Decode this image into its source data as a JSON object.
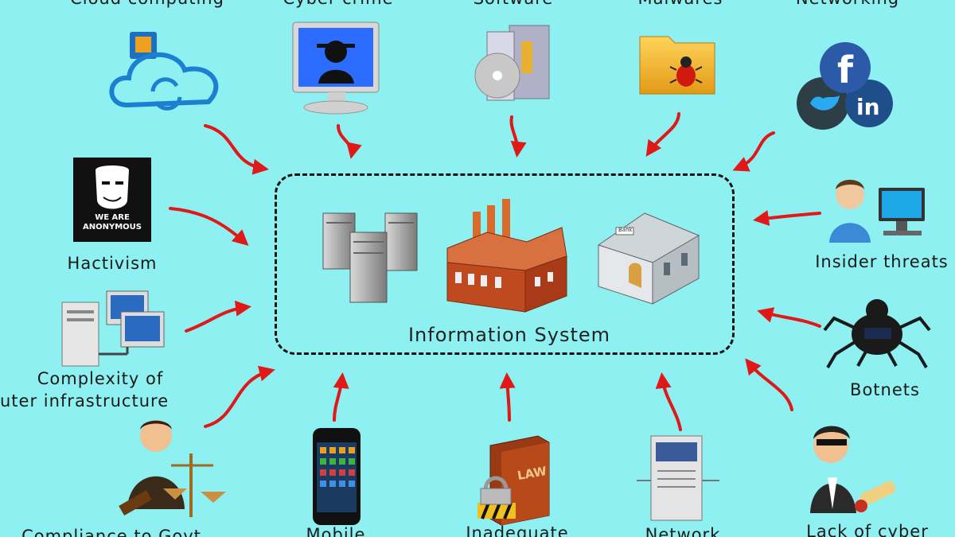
{
  "center": {
    "title": "Information System"
  },
  "threats": {
    "cloud": "Cloud computing",
    "cyber_crime": "Cyber crime",
    "software": "Software",
    "malwares": "Malwares",
    "networking": "Networking",
    "hactivism": "Hactivism",
    "insider": "Insider threats",
    "complexity_line1": "Complexity of",
    "complexity_line2": "uter infrastructure",
    "botnets": "Botnets",
    "compliance": "Compliance to Govt",
    "mobile": "Mobile",
    "inadequate": "Inadequate",
    "network": "Network",
    "lack_cyber": "Lack of cyber"
  },
  "icon_text": {
    "anonymous": "WE ARE ANONYMOUS",
    "law": "LAW",
    "bank": "Bank"
  },
  "colors": {
    "background": "#8ef0f0",
    "arrow": "#e01818",
    "border": "#111111"
  }
}
